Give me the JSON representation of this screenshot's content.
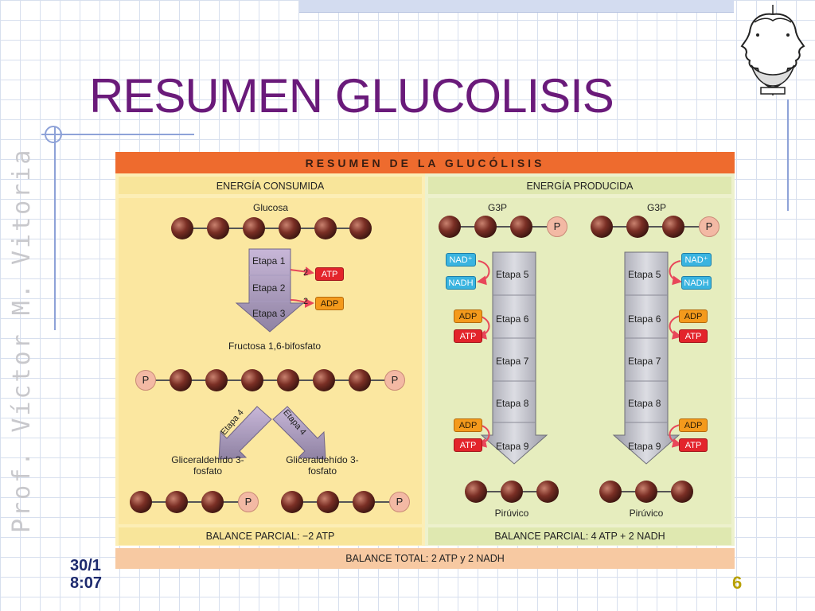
{
  "slide": {
    "title": "RESUMEN GLUCOLISIS",
    "watermark": "Prof. Víctor M. Vitoria",
    "date_line1": "30/1",
    "date_line2": "8:07",
    "page_number": "6"
  },
  "diagram": {
    "title": "RESUMEN DE LA GLUCÓLISIS",
    "left": {
      "header": "ENERGÍA CONSUMIDA",
      "glucosa": "Glucosa",
      "steps": [
        "Etapa 1",
        "Etapa 2",
        "Etapa 3"
      ],
      "two_a": "2",
      "two_b": "2",
      "atp": "ATP",
      "adp": "ADP",
      "fructosa": "Fructosa 1,6-bifosfato",
      "p": "P",
      "etapa4": "Etapa 4",
      "g3p_left": [
        "Gliceraldehído 3-",
        "fosfato"
      ],
      "g3p_right": [
        "Gliceraldehído 3-",
        "fosfato"
      ],
      "balance": "BALANCE PARCIAL: −2 ATP"
    },
    "right": {
      "header": "ENERGÍA PRODUCIDA",
      "g3p": "G3P",
      "p": "P",
      "nad": "NAD⁺",
      "nadh": "NADH",
      "adp": "ADP",
      "atp": "ATP",
      "steps": [
        "Etapa 5",
        "Etapa 6",
        "Etapa 7",
        "Etapa 8",
        "Etapa 9"
      ],
      "piruvico": "Pirúvico",
      "balance": "BALANCE PARCIAL: 4 ATP + 2 NADH"
    },
    "total": "BALANCE TOTAL: 2 ATP y 2 NADH"
  },
  "colors": {
    "title": "#6a1a7a",
    "orange_band": "#ee6b2e",
    "left_panel": "#fbe7a0",
    "right_panel": "#e6edbe",
    "molecule": "#6b2a22",
    "phosphate": "#f3b9a4",
    "atp_tag": "#e3242b",
    "adp_tag": "#f49a1c",
    "nad_tag": "#3ab4e0"
  },
  "icons": {
    "logo": "janus-head-icon",
    "molecule": "molecule-bead-icon",
    "arrow": "process-arrow-icon"
  }
}
